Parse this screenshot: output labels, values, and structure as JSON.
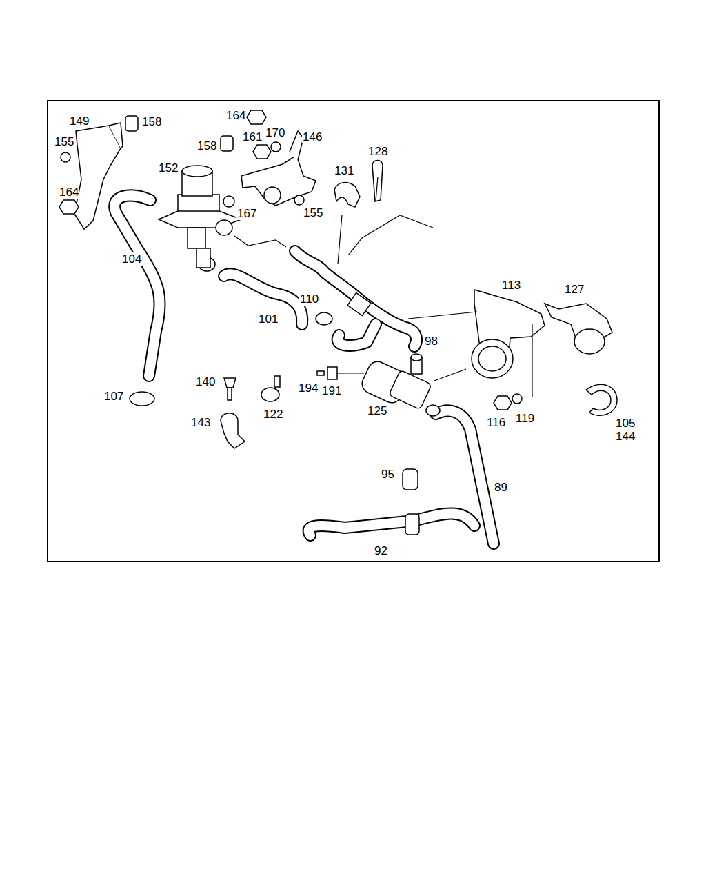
{
  "diagram": {
    "labels": [
      "164",
      "149",
      "158",
      "161",
      "170",
      "146",
      "155",
      "158",
      "128",
      "152",
      "131",
      "164",
      "167",
      "155",
      "104",
      "113",
      "127",
      "110",
      "101",
      "98",
      "140",
      "194",
      "191",
      "107",
      "122",
      "116",
      "119",
      "105",
      "144",
      "143",
      "125",
      "95",
      "89",
      "92"
    ]
  }
}
